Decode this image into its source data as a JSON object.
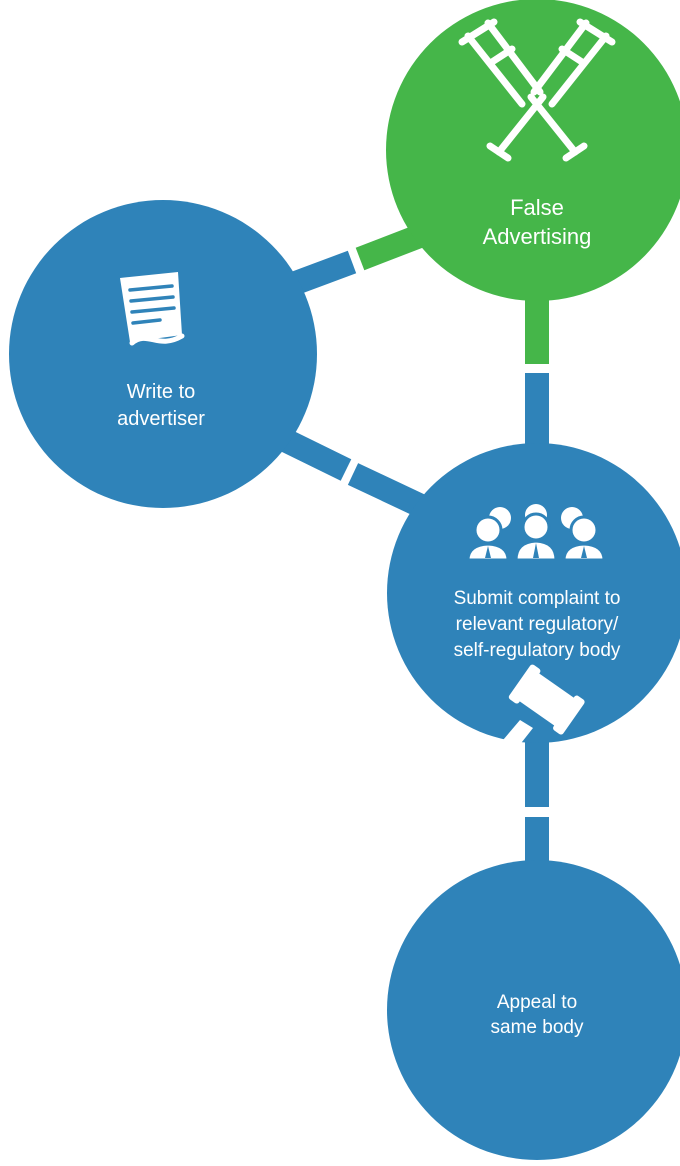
{
  "colors": {
    "blue": "#2f83b9",
    "green": "#45b649",
    "gap": "#ffffff",
    "icon": "#ffffff"
  },
  "nodes": {
    "false_advertising": {
      "icon": "crossed-crutches-icon",
      "label_line1": "False",
      "label_line2": "Advertising"
    },
    "write_to_advertiser": {
      "icon": "letter-document-icon",
      "label_line1": "Write to",
      "label_line2": "advertiser"
    },
    "submit_complaint": {
      "icon": "group-of-people-icon",
      "label_line1": "Submit complaint to",
      "label_line2": "relevant regulatory/",
      "label_line3": "self-regulatory body"
    },
    "appeal": {
      "icon": "gavel-icon",
      "label_line1": "Appeal to",
      "label_line2": "same body"
    }
  }
}
